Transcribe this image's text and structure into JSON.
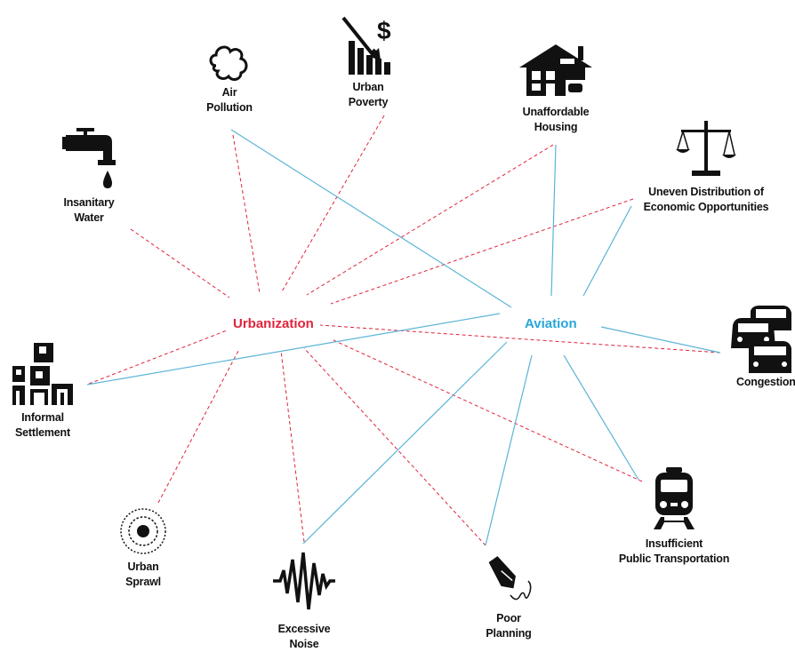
{
  "hubs": {
    "urbanization": "Urbanization",
    "aviation": "Aviation"
  },
  "nodes": {
    "air_pollution": {
      "line1": "Air",
      "line2": "Pollution",
      "icon": "cloud-icon"
    },
    "urban_poverty": {
      "line1": "Urban",
      "line2": "Poverty",
      "icon": "falling-chart-dollar-icon"
    },
    "unaffordable_housing": {
      "line1": "Unaffordable",
      "line2": "Housing",
      "icon": "house-icon"
    },
    "insanitary_water": {
      "line1": "Insanitary",
      "line2": "Water",
      "icon": "faucet-icon"
    },
    "uneven_distribution": {
      "line1": "Uneven Distribution of",
      "line2": "Economic Opportunities",
      "icon": "scales-icon"
    },
    "informal_settlement": {
      "line1": "Informal",
      "line2": "Settlement",
      "icon": "settlement-blocks-icon"
    },
    "congestion": {
      "line1": "Congestion",
      "line2": "",
      "icon": "cars-icon"
    },
    "urban_sprawl": {
      "line1": "Urban",
      "line2": "Sprawl",
      "icon": "concentric-circles-icon"
    },
    "excessive_noise": {
      "line1": "Excessive",
      "line2": "Noise",
      "icon": "noise-wave-icon"
    },
    "poor_planning": {
      "line1": "Poor",
      "line2": "Planning",
      "icon": "pen-icon"
    },
    "insufficient_transport": {
      "line1": "Insufficient",
      "line2": "Public Transportation",
      "icon": "train-icon"
    }
  },
  "colors": {
    "urbanization_link": "#e0243c",
    "aviation_link": "#5ab4d6"
  }
}
